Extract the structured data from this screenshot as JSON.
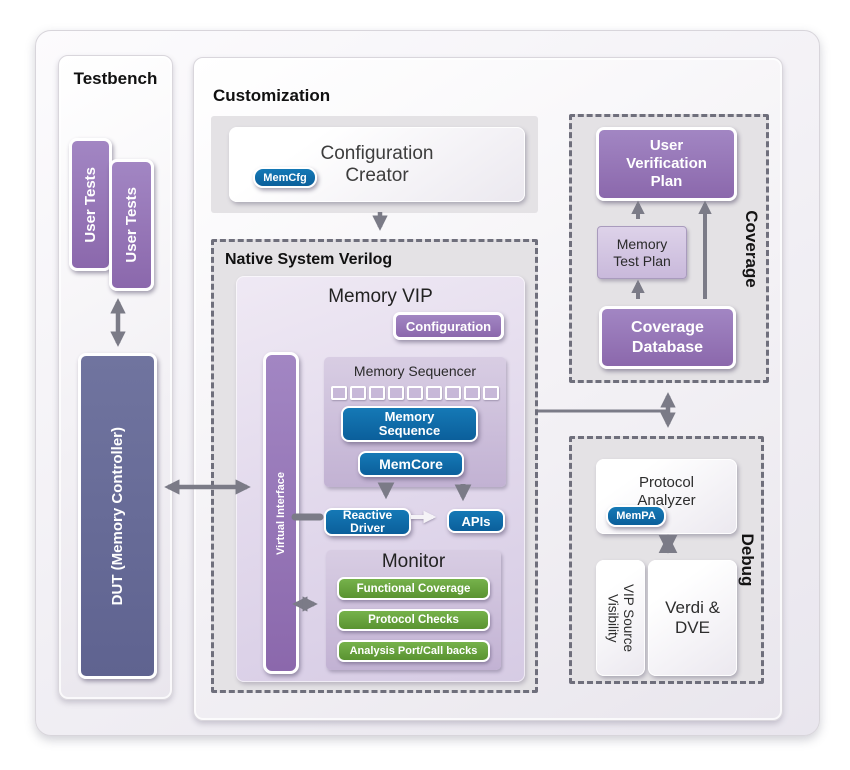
{
  "colors": {
    "purple": "#9678b8",
    "dark_slate_dut": "#686c9b",
    "blue": "#0f6dab",
    "green": "#69a740",
    "lavender_panel": "#c9bbd9",
    "container_gray": "#e4e2e5",
    "dashed_border": "#6f6f7c",
    "arrow_gray": "#7b7b87"
  },
  "testbench": {
    "title": "Testbench",
    "user_tests_back": "User Tests",
    "user_tests_front": "User Tests",
    "dut_label": "DUT (Memory Controller)"
  },
  "customization": {
    "title": "Customization",
    "configuration_creator": "Configuration Creator",
    "memcfg_badge": "MemCfg"
  },
  "native_system_verilog": {
    "title": "Native System Verilog",
    "memory_vip": {
      "title": "Memory VIP",
      "configuration_button": "Configuration",
      "virtual_interface": "Virtual Interface",
      "memory_sequencer": {
        "title": "Memory Sequencer",
        "slot_count": 9,
        "memory_sequence": "Memory Sequence",
        "memcore": "MemCore"
      },
      "reactive_driver": "Reactive Driver",
      "apis": "APIs",
      "monitor": {
        "title": "Monitor",
        "items": [
          "Functional Coverage",
          "Protocol Checks",
          "Analysis Port/Call backs"
        ]
      }
    }
  },
  "coverage": {
    "label": "Coverage",
    "user_verification_plan": "User Verification Plan",
    "memory_test_plan": "Memory Test Plan",
    "coverage_database": "Coverage Database"
  },
  "debug": {
    "label": "Debug",
    "protocol_analyzer": "Protocol Analyzer",
    "mempa_badge": "MemPA",
    "vip_source_visibility": "VIP Source Visibility",
    "verdi_dve": "Verdi & DVE"
  }
}
